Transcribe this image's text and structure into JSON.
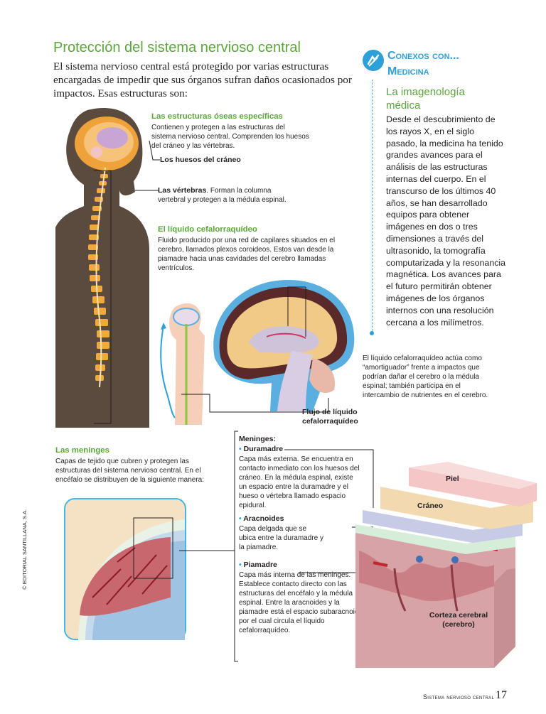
{
  "page": {
    "title": "Protección del sistema nervioso central",
    "intro": "El sistema nervioso central está protegido por varias estructuras encargadas de impedir que sus órganos sufran daños ocasionados por impactos. Esas estructuras son:"
  },
  "sidebar": {
    "heading_line1": "Conexos con...",
    "heading_line2": "Medicina",
    "subtitle": "La imagenología médica",
    "body": "Desde el descubrimiento de los rayos X, en el siglo pasado, la medicina ha tenido grandes avances para el análisis de las estructuras internas del cuerpo. En el transcurso de los últimos 40 años, se han desarrollado equipos para obtener imágenes en dos o tres dimensiones a través del ultrasonido, la tomografía computarizada y la resonancia magnética. Los avances para el futuro permitirán obtener imágenes de los órganos internos con una resolución cercana a los milímetros."
  },
  "bones": {
    "heading": "Las estructuras óseas específicas",
    "text": "Contienen y protegen a las estructuras del sistema nervioso central. Comprenden los huesos del cráneo y las vértebras.",
    "skull_label": "Los huesos del cráneo",
    "vertebrae_label": "Las vértebras",
    "vertebrae_text": ". Forman la columna vertebral y protegen a la médula espinal."
  },
  "csf": {
    "heading": "El líquido cefalorraquídeo",
    "text": "Fluido producido por una red de capilares situados en el cerebro, llamados plexos coroideos. Estos van desde la piamadre hacia unas cavidades del cerebro llamadas ventrículos.",
    "flow_label_1": "Flujo de líquido",
    "flow_label_2": "cefalorraquídeo",
    "note": "El líquido cefalorraquídeo actúa como “amortiguador” frente a impactos que podrían dañar el cerebro o la médula espinal; también participa en el intercambio de nutrientes en el cerebro."
  },
  "meninges": {
    "heading": "Las meninges",
    "text": "Capas de tejido que cubren y protegen las estructuras del sistema nervioso central. En el encéfalo se distribuyen de la siguiente manera:",
    "list_title": "Meninges",
    "dura_title": "Duramadre",
    "dura_text": "Capa más externa. Se encuentra en contacto inmediato con los huesos del cráneo. En la médula espinal, existe un espacio entre la duramadre y el hueso o vértebra llamado espacio epidural.",
    "arac_title": "Aracnoides",
    "arac_text": "Capa delgada que se ubica entre la duramadre y la piamadre.",
    "pia_title": "Piamadre",
    "pia_text": "Capa más interna de las meninges. Establece contacto directo con las estructuras del encéfalo y la médula espinal. Entre la aracnoides y la piamadre está el espacio subaracnoideo, por el cual circula el líquido cefalorraquídeo."
  },
  "diagram_labels": {
    "skin": "Piel",
    "skull": "Cráneo",
    "cortex_1": "Corteza cerebral",
    "cortex_2": "(cerebro)"
  },
  "footer": {
    "section": "Sistema nervioso central",
    "page": "17",
    "copyright": "© EDITORIAL SANTILLANA, S.A."
  }
}
